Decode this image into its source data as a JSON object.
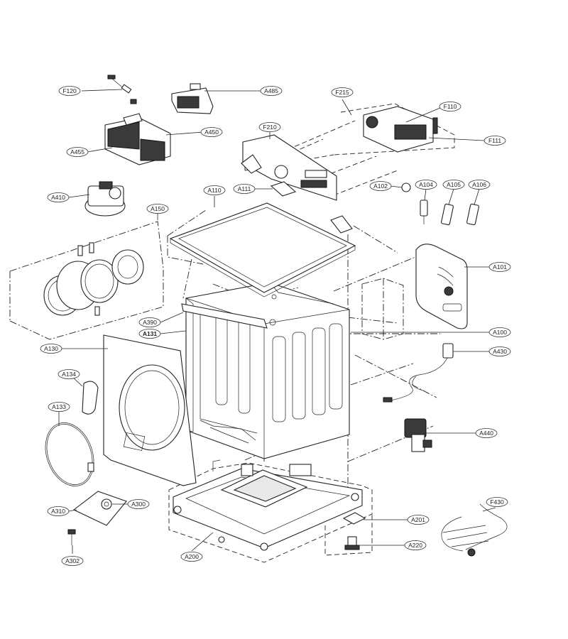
{
  "labels": [
    {
      "id": "F120",
      "text": "F120"
    },
    {
      "id": "A485",
      "text": "A485"
    },
    {
      "id": "F215",
      "text": "F215"
    },
    {
      "id": "F110",
      "text": "F110"
    },
    {
      "id": "F111",
      "text": "F111"
    },
    {
      "id": "F210",
      "text": "F210"
    },
    {
      "id": "A450",
      "text": "A450"
    },
    {
      "id": "A455",
      "text": "A455"
    },
    {
      "id": "A410",
      "text": "A410"
    },
    {
      "id": "A110",
      "text": "A110"
    },
    {
      "id": "A111",
      "text": "A111"
    },
    {
      "id": "A102",
      "text": "A102"
    },
    {
      "id": "A104",
      "text": "A104"
    },
    {
      "id": "A105",
      "text": "A105"
    },
    {
      "id": "A106",
      "text": "A106"
    },
    {
      "id": "A150",
      "text": "A150"
    },
    {
      "id": "A101",
      "text": "A101"
    },
    {
      "id": "A390",
      "text": "A390"
    },
    {
      "id": "A131",
      "text": "A131"
    },
    {
      "id": "A100",
      "text": "A100"
    },
    {
      "id": "A130",
      "text": "A130"
    },
    {
      "id": "A430",
      "text": "A430"
    },
    {
      "id": "A134",
      "text": "A134"
    },
    {
      "id": "A133",
      "text": "A133"
    },
    {
      "id": "A440",
      "text": "A440"
    },
    {
      "id": "F430",
      "text": "F430"
    },
    {
      "id": "A310",
      "text": "A310"
    },
    {
      "id": "A300",
      "text": "A300"
    },
    {
      "id": "A201",
      "text": "A201"
    },
    {
      "id": "A220",
      "text": "A220"
    },
    {
      "id": "A302",
      "text": "A302"
    },
    {
      "id": "A200",
      "text": "A200"
    }
  ]
}
